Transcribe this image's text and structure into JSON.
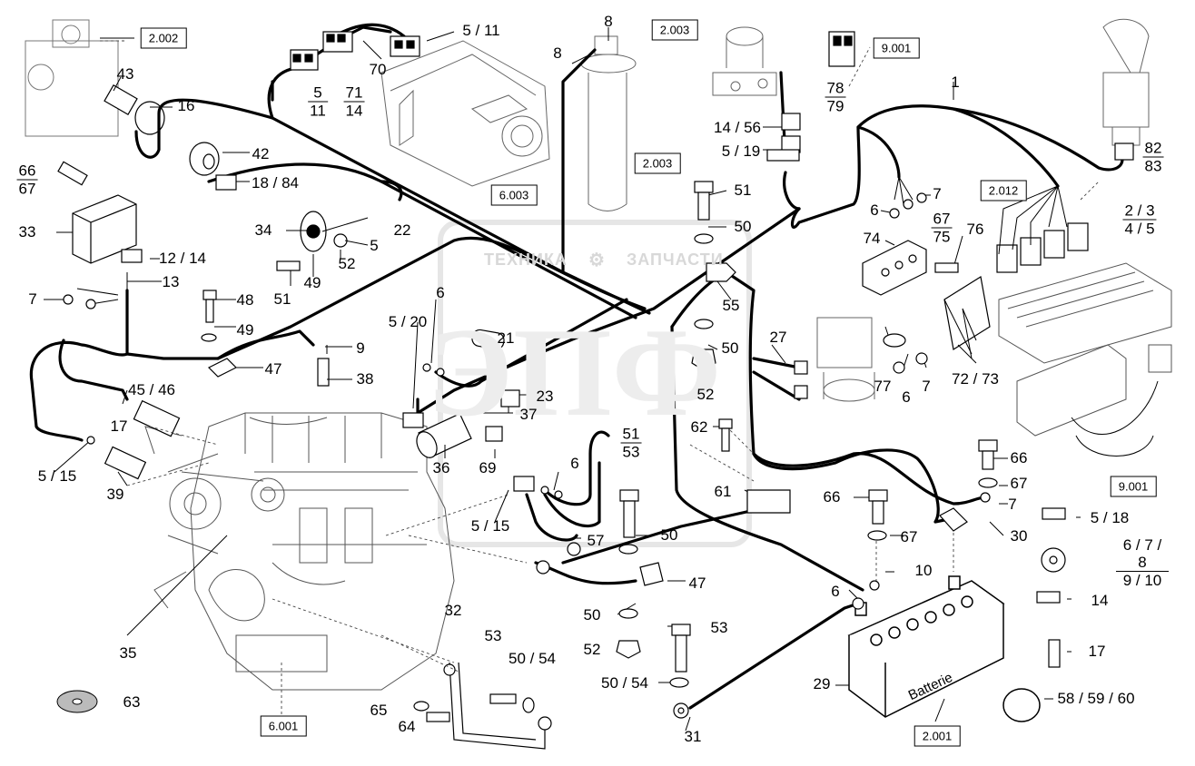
{
  "watermark": {
    "line1": "ТЕХНИКА",
    "line2": "ЗАПЧАСТИ",
    "big": "ЭПФ"
  },
  "refs": {
    "r_2002": "2.002",
    "r_2003a": "2.003",
    "r_2003b": "2.003",
    "r_9001a": "9.001",
    "r_6003": "6.003",
    "r_2012": "2.012",
    "r_9001b": "9.001",
    "r_6001": "6.001",
    "r_2001": "2.001"
  },
  "labels": {
    "l43": "43",
    "l16": "16",
    "l42": "42",
    "l1884": "18 / 84",
    "l33": "33",
    "l1214": "12 / 14",
    "l13": "13",
    "l7a": "7",
    "l48": "48",
    "l49a": "49",
    "l47a": "47",
    "l9": "9",
    "l38": "38",
    "l4546": "45 / 46",
    "l17a": "17",
    "l515a": "5 / 15",
    "l39": "39",
    "l35": "35",
    "l63": "63",
    "l34": "34",
    "l22": "22",
    "l5a": "5",
    "l52a": "52",
    "l51a": "51",
    "l49b": "49",
    "l520": "5 / 20",
    "l6a": "6",
    "l21": "21",
    "l23": "23",
    "l37": "37",
    "l36": "36",
    "l69": "69",
    "l515b": "5 / 15",
    "l6b": "6",
    "l57": "57",
    "l50a": "50",
    "l32": "32",
    "l53a": "53",
    "l5054a": "50 / 54",
    "l65": "65",
    "l64": "64",
    "l8a": "8",
    "l8b": "8",
    "l511": "5 / 11",
    "l70": "70",
    "l51b": "51",
    "l50b": "50",
    "l55": "55",
    "l50c": "50",
    "l52b": "52",
    "l27": "27",
    "l62": "62",
    "l61": "61",
    "l47b": "47",
    "l50d": "50",
    "l52c": "52",
    "l53b": "53",
    "l5054b": "50 / 54",
    "l31": "31",
    "l66a": "66",
    "l67a": "67",
    "l10": "10",
    "l6c": "6",
    "l29": "29",
    "l1456": "14 / 56",
    "l519": "5 / 19",
    "l1": "1",
    "l6d": "6",
    "l7b": "7",
    "l74": "74",
    "l76": "76",
    "l77": "77",
    "l6e": "6",
    "l7c": "7",
    "l7273": "72 / 73",
    "l66b": "66",
    "l67b": "67",
    "l7d": "7",
    "l30": "30",
    "l518": "5 / 18",
    "l14": "14",
    "l17b": "17",
    "l585960": "58 / 59 / 60"
  },
  "battery_text": "Batterie",
  "fractions": {
    "f6667": [
      "66",
      "67"
    ],
    "f511": [
      "5",
      "11"
    ],
    "f7114": [
      "71",
      "14"
    ],
    "f7879": [
      "78",
      "79"
    ],
    "f8283": [
      "82",
      "83"
    ],
    "f23": [
      "2 / 3",
      "4 / 5"
    ],
    "f6775": [
      "67",
      "75"
    ],
    "f5153": [
      "51",
      "53"
    ],
    "f678": [
      "6 / 7 / 8",
      "9 / 10"
    ]
  }
}
